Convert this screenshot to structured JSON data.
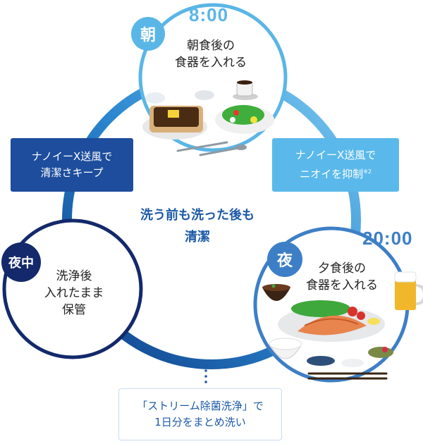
{
  "center": {
    "line1": "洗う前も洗った後も",
    "line2": "清潔"
  },
  "morning": {
    "time": "8:00",
    "badge": "朝",
    "line1": "朝食後の",
    "line2": "食器を入れる",
    "color": "#5ab6e6"
  },
  "evening": {
    "time": "20:00",
    "badge": "夜",
    "line1": "夕食後の",
    "line2": "食器を入れる",
    "color": "#3d7fc6"
  },
  "night": {
    "badge": "夜中",
    "line1": "洗浄後",
    "line2": "入れたまま",
    "line3": "保管",
    "color": "#13296b"
  },
  "left_box": {
    "line1": "ナノイーX送風で",
    "line2": "清潔さキープ",
    "color": "#1d4d9c"
  },
  "right_box": {
    "line1": "ナノイーX送風で",
    "line2": "ニオイを抑制",
    "note": "※2",
    "color": "#5ab9ea"
  },
  "bottom_box": {
    "line1": "「ストリーム除菌洗浄」で",
    "line2": "1日分をまとめ洗い"
  },
  "icons": [
    "breakfast-plate-icon",
    "salad-plate-icon",
    "coffee-cup-icon",
    "dinner-fish-plate-icon",
    "miso-soup-bowl-icon",
    "beer-mug-icon",
    "rice-bowl-icon",
    "chopsticks-icon"
  ]
}
